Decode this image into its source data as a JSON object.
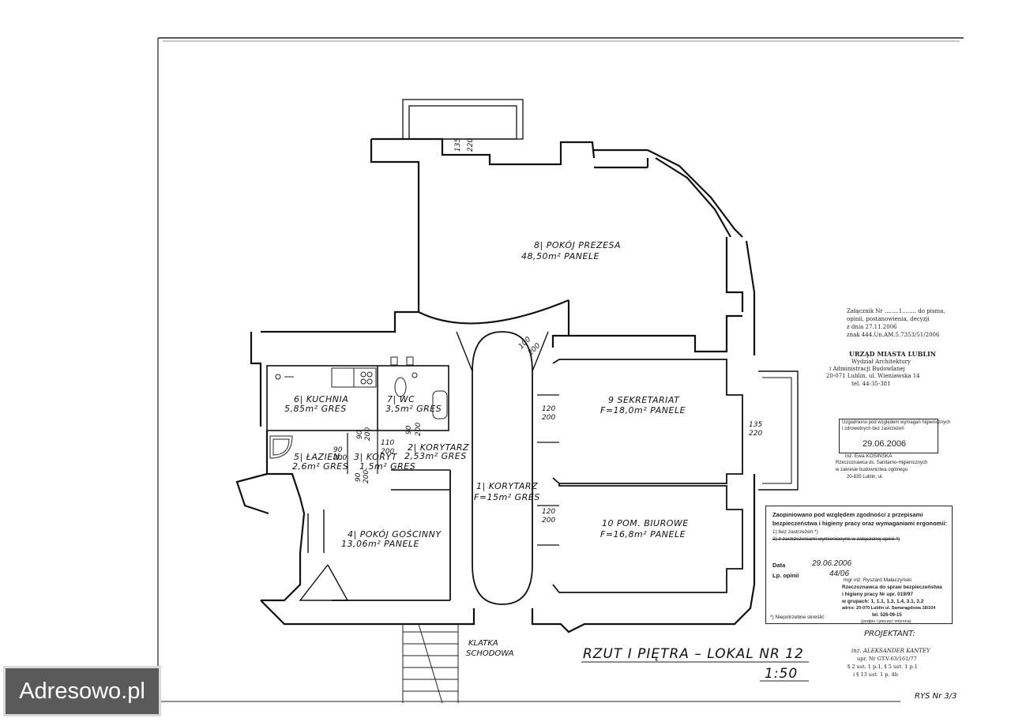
{
  "rooms": {
    "r8_name": "8| POKÓJ PREZESA",
    "r8_area": "48,50m² PANELE",
    "r9_name": "9 SEKRETARIAT",
    "r9_area": "F=18,0m² PANELE",
    "r10_name": "10 POM. BIUROWE",
    "r10_area": "F=16,8m² PANELE",
    "r1_name": "1| KORYTARZ",
    "r1_area": "F=15m² GRES",
    "r6_name": "6| KUCHNIA",
    "r6_area": "5,85m² GRES",
    "r7_name": "7| WC",
    "r7_area": "3,5m² GRES",
    "r2_name": "2| KORYTARZ",
    "r2_area": "2,53m² GRES",
    "r5_name": "5| ŁAZIEN.",
    "r5_area": "2,6m² GRES",
    "r3_name": "3| KORYT",
    "r3_area": "1,5m² GRES",
    "r4_name": "4| POKÓJ GOŚCINNY",
    "r4_area": "13,06m² PANELE"
  },
  "dims": {
    "d135a": "135",
    "d220a": "220",
    "d100": "100",
    "d200a": "200",
    "d120a": "120",
    "d200b": "200",
    "d120b": "120",
    "d200c": "200",
    "d135b": "135",
    "d220b": "220",
    "d90a": "90",
    "d200d": "200",
    "d110": "110",
    "d200e": "200",
    "d90b": "90",
    "d200f": "200",
    "d90c": "90",
    "d200g": "200",
    "d90d": "90",
    "d200h": "200"
  },
  "labels": {
    "stair_1": "KLATKA",
    "stair_2": "SCHODOWA",
    "plan_title": "RZUT I PIĘTRA – LOKAL NR 12",
    "scale": "1:50",
    "sheet_no": "RYS Nr 3/3"
  },
  "stamp_top": {
    "l1": "Załącznik Nr ........1........ do pisma,",
    "l2": "opinii, postanowienia, decyzji",
    "l3": "z dnia 27.11.2006",
    "l4": "znak 444.Un.AM.5.7353/51/2006",
    "office1": "URZĄD MIASTA LUBLIN",
    "office2": "Wydział Architektury",
    "office3": "i Administracji Budowlanej",
    "office4": "20-071 Lublin, ul. Wieniawska 14",
    "office5": "tel. 44-35-381"
  },
  "stamp_sanitary": {
    "s1": "Uzgodniono pod względem wymagań higienicznych",
    "s2": "i zdrowotnych bez zastrzeżeń",
    "date": "29.06.2006",
    "s3": "inż. Ewa KOSIŃSKA",
    "s4": "Rzeczoznawca ds. Sanitarno-Higienicznych",
    "s5": "w zakresie budownictwa ogólnego",
    "s6": "20-835 Lublin, ul."
  },
  "stamp_approval": {
    "h1": "Zaopiniowano pod względem zgodności z przepisami",
    "h2": "bezpieczeństwa i higieny pracy oraz wymaganiami ergonomii:",
    "o1": "1) bez zastrzeżeń *)",
    "o2": "2) z zastrzeżeniami wymienionymi w załączonej opinii *)",
    "date_label": "Data",
    "date_value": "29.06.2006",
    "opinion_label": "Lp. opinii",
    "opinion_value": "44/06",
    "p1": "mgr inż. Ryszard Małaczyński",
    "p2": "Rzeczoznawca do spraw bezpieczeństwa",
    "p3": "i higieny pracy Nr upr. 019/97",
    "p4": "w grupach: 1, 1.1, 1.3, 1.4, 3.1, 3.2",
    "p5": "adres: 20-070 Lublin ul. Samarągdowa 18/104",
    "p6": "tel. 526-09-15",
    "p7": "(podpis i pieczęć imienna)",
    "note": "*) Niepotrzebne skreślić"
  },
  "designer": {
    "label": "PROJEKTANT:",
    "n1": "inż. ALEKSANDER KANTEY",
    "n2": "upr. Nr GT-V-63/161/77",
    "n3": "§ 2 ust. 1 p.1, § 5 ust. 1 p.1",
    "n4": "i § 13 ust. 1 p. 4b"
  },
  "watermark": "Adresowo.pl"
}
